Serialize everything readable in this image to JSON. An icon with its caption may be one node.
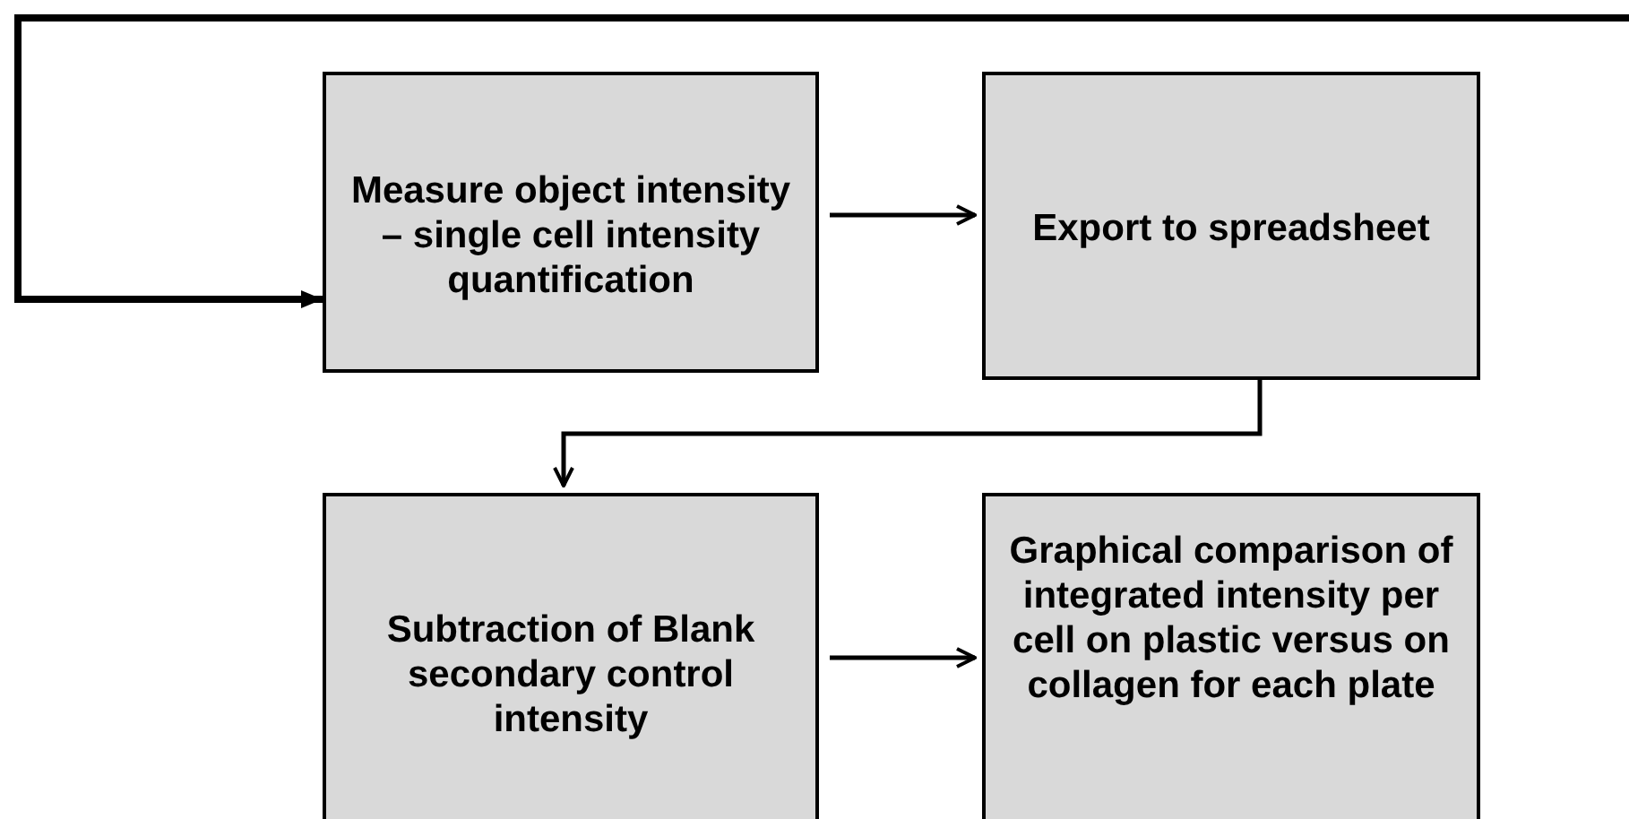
{
  "diagram": {
    "nodes": [
      {
        "text": [
          "Measure object intensity – single cell intensity quantification"
        ]
      },
      {
        "text": [
          "Export to spreadsheet"
        ]
      },
      {
        "text": [
          "Subtraction of Blank secondary control intensity"
        ]
      },
      {
        "text": [
          "Graphical comparison of integrated intensity per cell on plastic versus on collagen for each plate"
        ]
      }
    ],
    "edges": [
      {
        "from": null,
        "to": 0,
        "arrow": "to"
      },
      {
        "from": 0,
        "to": 1,
        "arrow": "to"
      },
      {
        "from": 1,
        "to": 2,
        "arrow": "to"
      },
      {
        "from": 2,
        "to": 3,
        "arrow": "to"
      }
    ]
  }
}
